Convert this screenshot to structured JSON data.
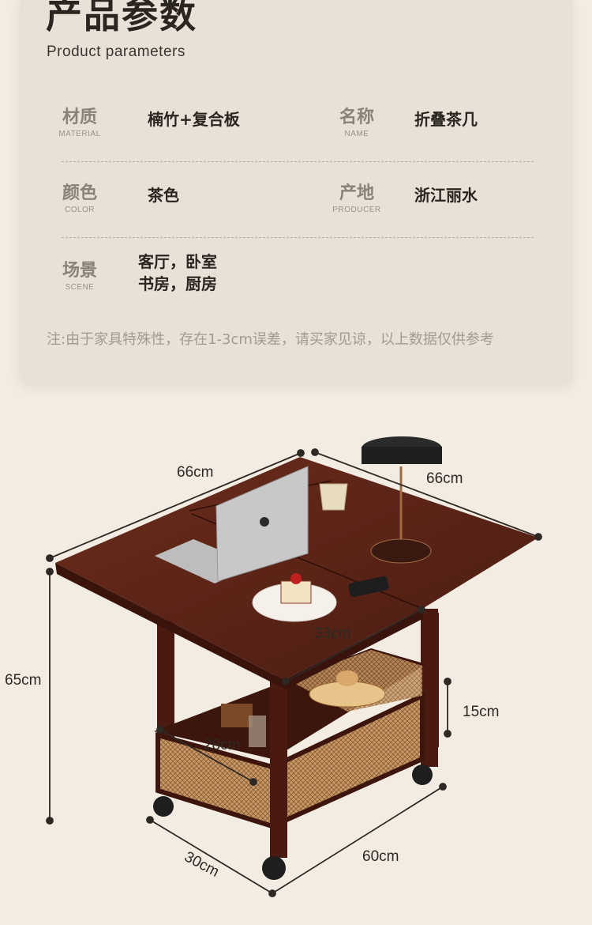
{
  "header": {
    "title": "产品参数",
    "subtitle": "Product parameters"
  },
  "params": [
    {
      "label_cn": "材质",
      "label_en": "MATERIAL",
      "value": "楠竹+复合板"
    },
    {
      "label_cn": "名称",
      "label_en": "NAME",
      "value": "折叠茶几"
    },
    {
      "label_cn": "颜色",
      "label_en": "COLOR",
      "value": "茶色"
    },
    {
      "label_cn": "产地",
      "label_en": "PRODUCER",
      "value": "浙江丽水"
    },
    {
      "label_cn": "场景",
      "label_en": "SCENE",
      "value_line1": "客厅，卧室",
      "value_line2": "书房，厨房"
    }
  ],
  "note": "注:由于家具特殊性，存在1-3cm误差，请买家见谅，以上数据仅供参考",
  "dimensions": {
    "top_left_width": "66cm",
    "top_right_depth": "66cm",
    "height": "65cm",
    "leaf_width": "33cm",
    "shelf_height": "15cm",
    "basket_depth": "28cm",
    "base_depth": "30cm",
    "base_width": "60cm"
  },
  "colors": {
    "wood": "#5a2418",
    "rattan": "#c99a68",
    "background": "#f3ece2",
    "panel": "#e9e1d7"
  }
}
